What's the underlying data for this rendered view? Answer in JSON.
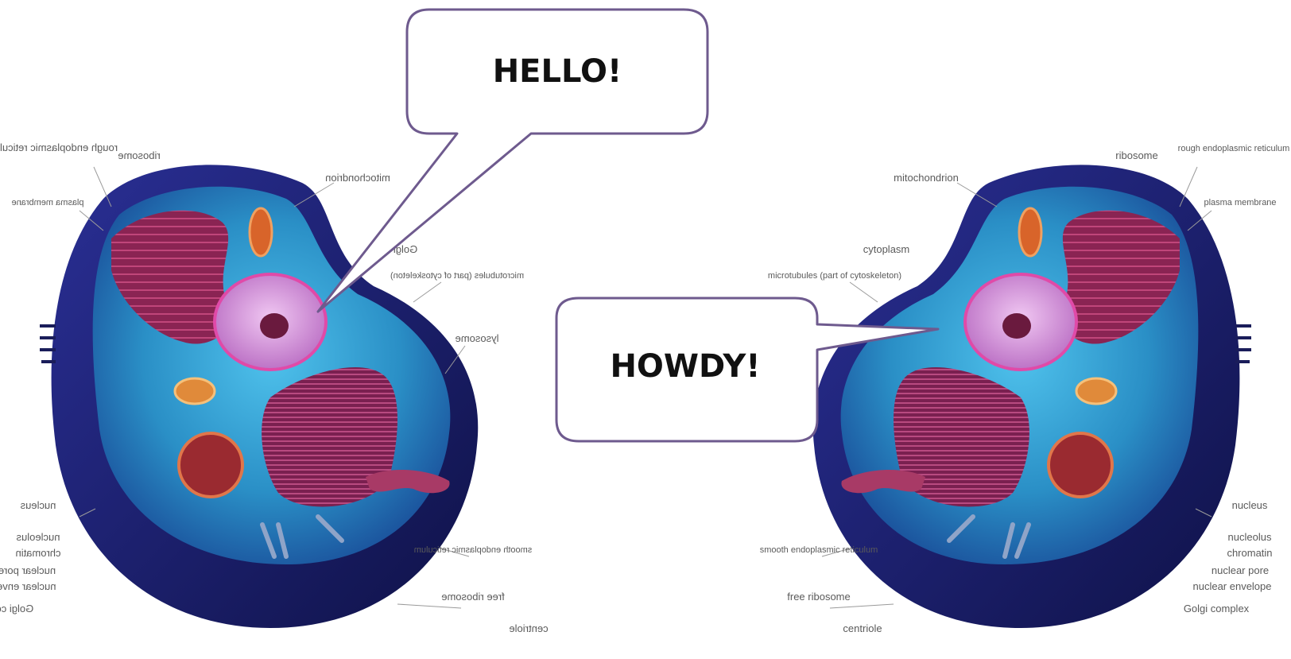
{
  "bubbles": {
    "left": "HELLO!",
    "right": "HOWDY!"
  },
  "left_cell_labels": {
    "top": [
      "rough endoplasmic reticulum",
      "ribosome",
      "mitochondrion",
      "Golgi",
      "microtubules (part of cytoskeleton)",
      "lysosome"
    ],
    "left": [
      "plasma membrane"
    ],
    "bottom_left": [
      "nucleus",
      "nucleolus",
      "chromatin",
      "nuclear pore",
      "nuclear envelope",
      "Golgi complex"
    ],
    "bottom_right": [
      "smooth endoplasmic reticulum",
      "free ribosome",
      "centriole"
    ]
  },
  "right_cell_labels": {
    "top": [
      "ribosome",
      "rough endoplasmic reticulum",
      "mitochondrion",
      "plasma membrane",
      "cytoplasm",
      "microtubules (part of cytoskeleton)"
    ],
    "bottom_left": [
      "smooth endoplasmic reticulum",
      "free ribosome",
      "centriole"
    ],
    "bottom_right": [
      "nucleus",
      "nucleolus",
      "chromatin",
      "nuclear pore",
      "nuclear envelope",
      "Golgi complex"
    ]
  },
  "colors": {
    "cell_outer": "#1c1f6e",
    "cytoplasm": "#2fa3d6",
    "nucleus": "#d59bd9",
    "organelle": "#8a2453"
  }
}
